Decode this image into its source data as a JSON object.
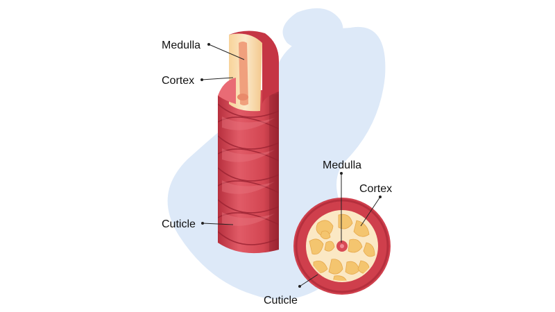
{
  "diagram": {
    "strand_labels": {
      "medulla": "Medulla",
      "cortex": "Cortex",
      "cuticle": "Cuticle"
    },
    "cross_section_labels": {
      "medulla": "Medulla",
      "cortex": "Cortex",
      "cuticle": "Cuticle"
    }
  },
  "colors": {
    "background_blob": "#dde9f8",
    "cuticle_red": "#d84a55",
    "cuticle_dark": "#b9313f",
    "cuticle_light": "#e8707a",
    "cortex_cream": "#fbe6bf",
    "cortex_yellow": "#f4c56f",
    "medulla_pink": "#f0a07d"
  }
}
